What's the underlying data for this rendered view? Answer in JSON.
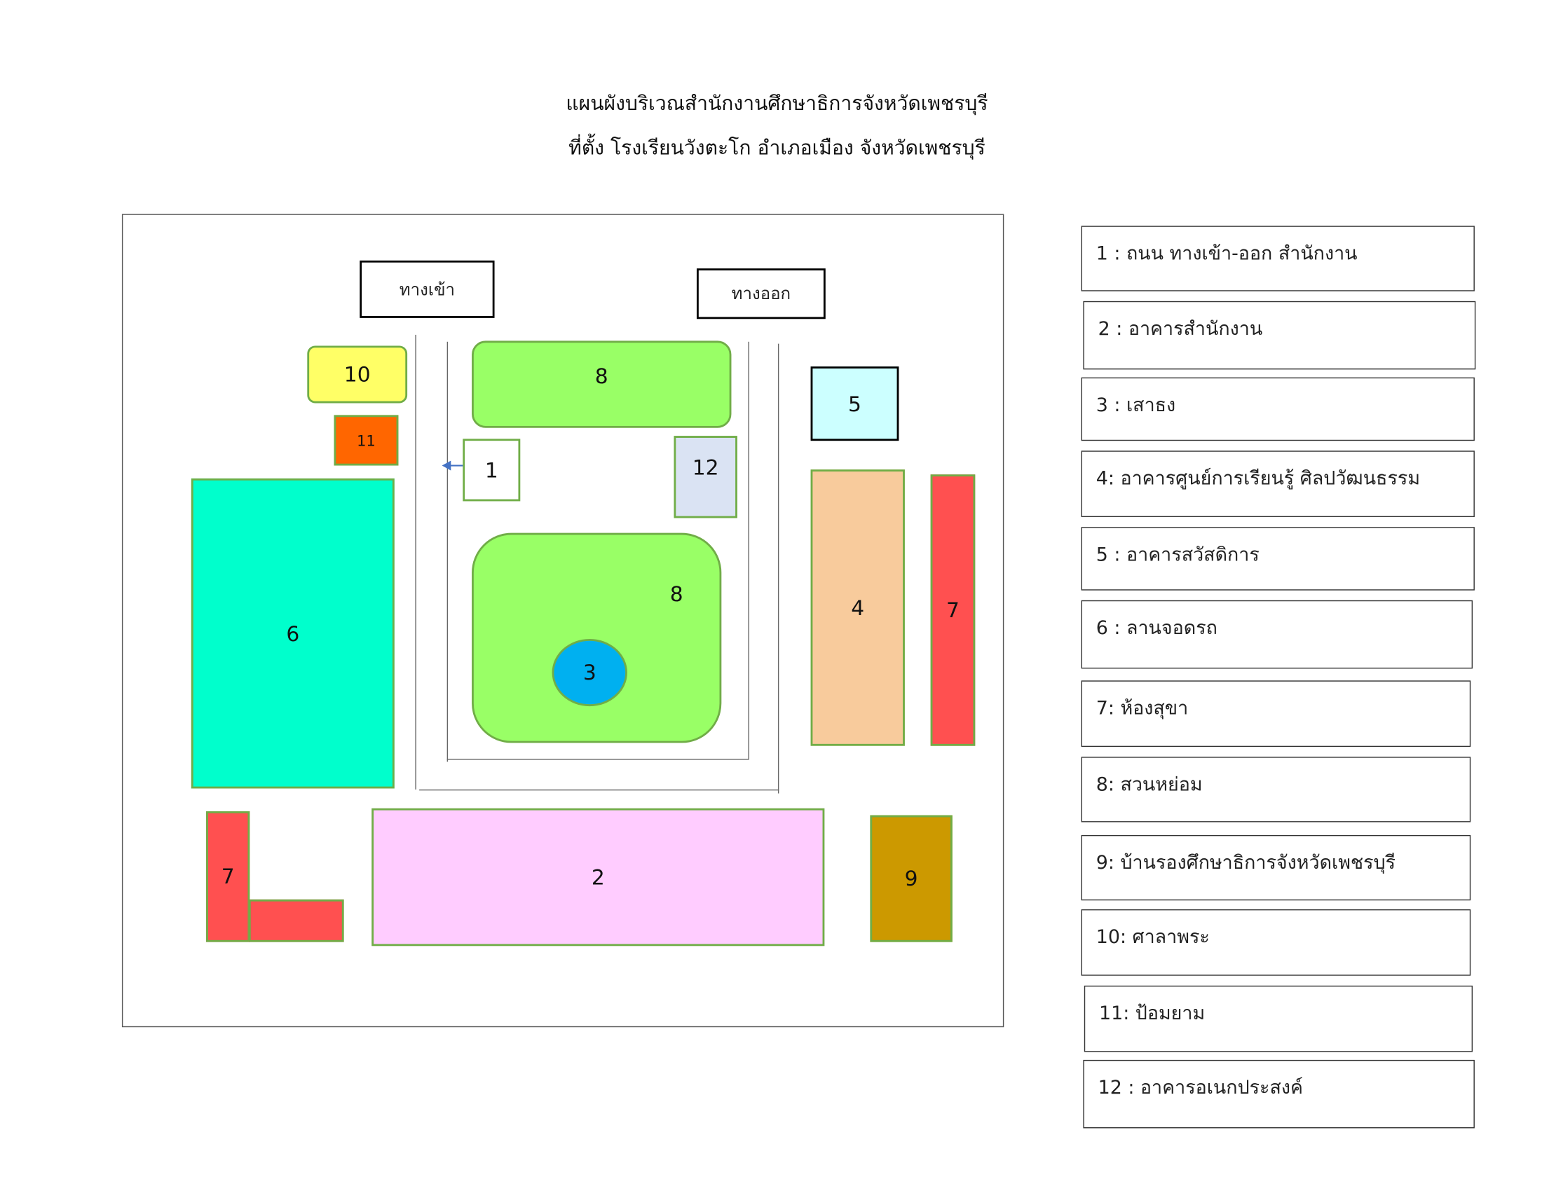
{
  "title": {
    "line1": "แผนผังบริเวณสำนักงานศึกษาธิการจังหวัดเพชรบุรี",
    "line2": "ที่ตั้ง โรงเรียนวังตะโก อำเภอเมือง จังหวัดเพชรบุรี"
  },
  "map": {
    "entrance": "ทางเข้า",
    "exit": "ทางออก",
    "zones": {
      "z1": "1",
      "z2": "2",
      "z3": "3",
      "z4": "4",
      "z5": "5",
      "z6": "6",
      "z7a": "7",
      "z7b": "7",
      "z8a": "8",
      "z8b": "8",
      "z9": "9",
      "z10": "10",
      "z11": "11",
      "z12": "12"
    },
    "colors": {
      "garden": "#99ff66",
      "office": "#ffccff",
      "flagpole": "#00b0f0",
      "learning_center": "#f8cb9c",
      "welfare": "#ccffff",
      "parking": "#00ffcc",
      "restroom": "#ff5050",
      "residence": "#cc9900",
      "shrine": "#ffff66",
      "guard": "#ff6600",
      "multipurpose": "#dae3f3"
    }
  },
  "legend": [
    "1  : ถนน ทางเข้า-ออก สำนักงาน",
    "2 : อาคารสำนักงาน",
    "3 : เสาธง",
    "4: อาคารศูนย์การเรียนรู้ ศิลปวัฒนธรรม",
    "5 : อาคารสวัสดิการ",
    "6 : ลานจอดรถ",
    "7: ห้องสุขา",
    "8: สวนหย่อม",
    "9: บ้านรองศึกษาธิการจังหวัดเพชรบุรี",
    "10: ศาลาพระ",
    "11: ป้อมยาม",
    "12 : อาคารอเนกประสงค์"
  ]
}
